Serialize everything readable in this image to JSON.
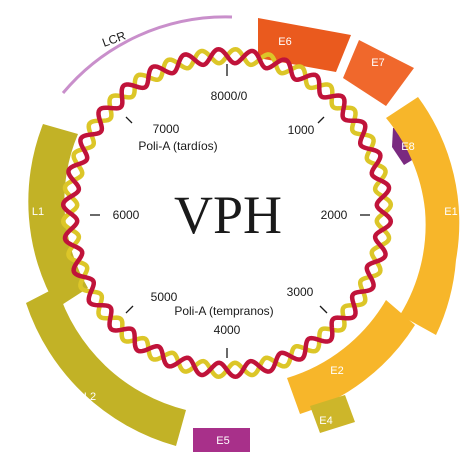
{
  "title": "VPH",
  "colors": {
    "strand_a": "#c0133a",
    "strand_b": "#dcc628",
    "lcr": "#c98fcb",
    "e6": "#ea5a1e",
    "e7": "#f0682c",
    "e8": "#7a2a80",
    "e1": "#f7b62a",
    "e2": "#f7b62a",
    "e4": "#cdb62a",
    "e5": "#a8308a",
    "l1": "#c2b226",
    "l2": "#c2b226",
    "label_text": "#ffffff",
    "dark_text": "#1a1a1a"
  },
  "positions": {
    "p0": "8000/0",
    "p1000": "1000",
    "p2000": "2000",
    "p3000": "3000",
    "p4000": "4000",
    "p5000": "5000",
    "p6000": "6000",
    "p7000": "7000"
  },
  "polya": {
    "late": "Poli-A (tardíos)",
    "early": "Poli-A (tempranos)"
  },
  "genes": {
    "lcr": "LCR",
    "e6": "E6",
    "e7": "E7",
    "e8": "E8",
    "e1": "E1",
    "e2": "E2",
    "e4": "E4",
    "e5": "E5",
    "l1": "L1",
    "l2": "L2"
  }
}
